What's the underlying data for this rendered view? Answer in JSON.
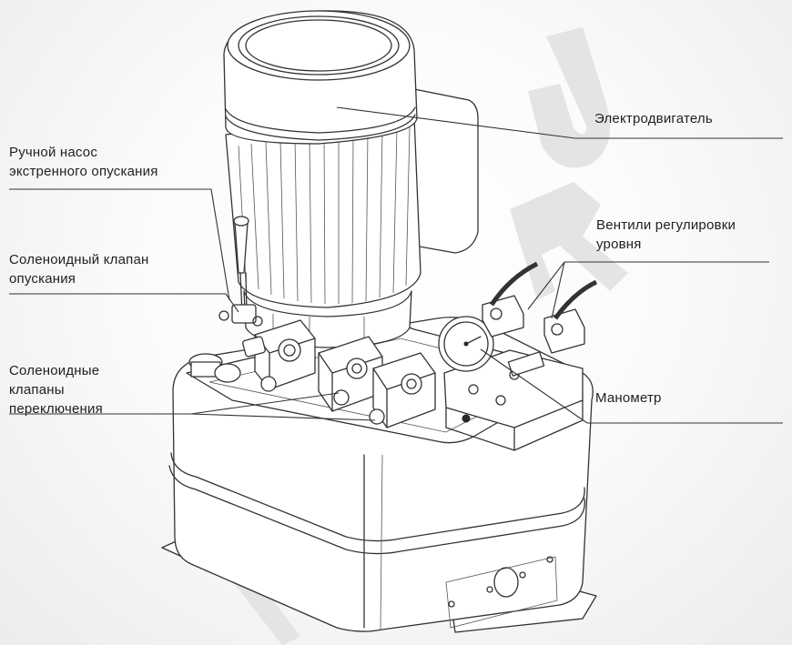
{
  "labels": {
    "motor": "Электродвигатель",
    "hand_pump_1": "Ручной насос",
    "hand_pump_2": "экстренного опускания",
    "solenoid_lower_1": "Соленоидный клапан",
    "solenoid_lower_2": "опускания",
    "valves_1": "Вентили регулировки",
    "valves_2": "уровня",
    "switch_1": "Соленоидные",
    "switch_2": "клапаны",
    "switch_3": "переключения",
    "gauge": "Манометр"
  },
  "watermark": {
    "text": "TAVR.RU",
    "color": "#e2e2e2"
  },
  "colors": {
    "line": "#333333",
    "text": "#1f1f1f",
    "background": "#ffffff"
  }
}
